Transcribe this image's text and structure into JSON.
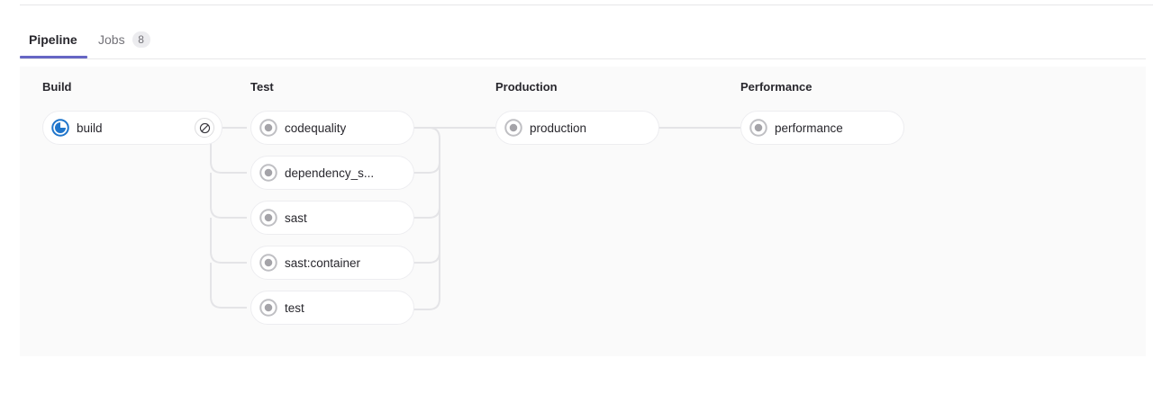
{
  "tabs": [
    {
      "id": "pipeline",
      "label": "Pipeline",
      "active": true,
      "badge": null
    },
    {
      "id": "jobs",
      "label": "Jobs",
      "active": false,
      "badge": "8"
    }
  ],
  "colors": {
    "accent": "#6666c4",
    "canvas": "#fafafa",
    "running": "#1f75cb",
    "created": "#a4a3a8",
    "connector": "#e4e4e7",
    "text": "#28272d",
    "muted": "#737278"
  },
  "pipeline": {
    "stages": [
      {
        "name": "Build",
        "jobs": [
          {
            "name": "build",
            "status": "running",
            "status_icon": "status-running-icon",
            "action": "cancel",
            "action_icon": "cancel-icon"
          }
        ]
      },
      {
        "name": "Test",
        "jobs": [
          {
            "name": "codequality",
            "status": "created",
            "status_icon": "status-created-icon",
            "action": null,
            "action_icon": null
          },
          {
            "name": "dependency_s...",
            "status": "created",
            "status_icon": "status-created-icon",
            "action": null,
            "action_icon": null
          },
          {
            "name": "sast",
            "status": "created",
            "status_icon": "status-created-icon",
            "action": null,
            "action_icon": null
          },
          {
            "name": "sast:container",
            "status": "created",
            "status_icon": "status-created-icon",
            "action": null,
            "action_icon": null
          },
          {
            "name": "test",
            "status": "created",
            "status_icon": "status-created-icon",
            "action": null,
            "action_icon": null
          }
        ]
      },
      {
        "name": "Production",
        "jobs": [
          {
            "name": "production",
            "status": "created",
            "status_icon": "status-created-icon",
            "action": null,
            "action_icon": null
          }
        ]
      },
      {
        "name": "Performance",
        "jobs": [
          {
            "name": "performance",
            "status": "created",
            "status_icon": "status-created-icon",
            "action": null,
            "action_icon": null
          }
        ]
      }
    ]
  }
}
